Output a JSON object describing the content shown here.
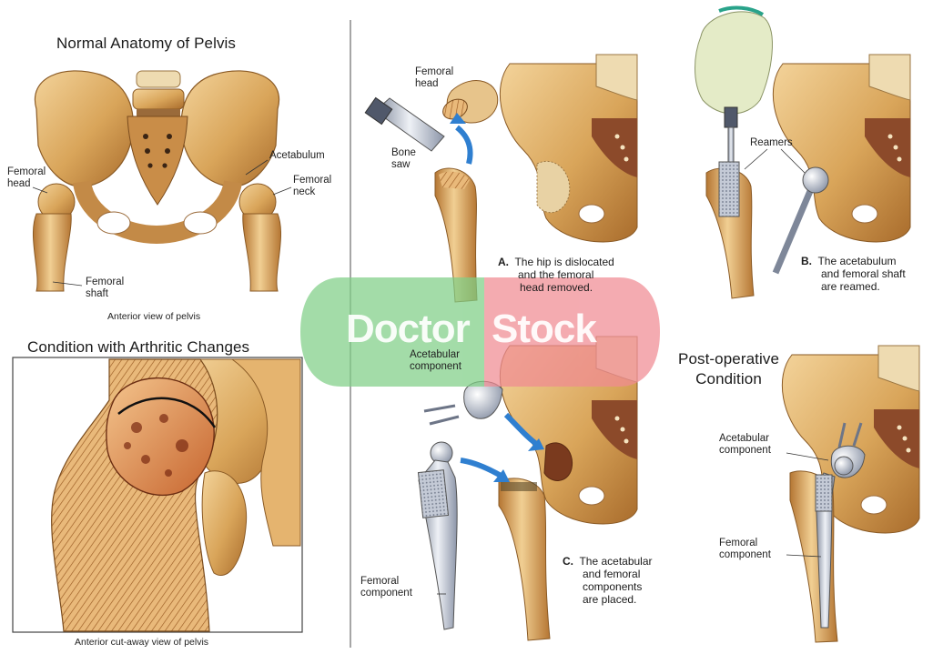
{
  "panels": {
    "normal": {
      "title": "Normal Anatomy of Pelvis",
      "caption": "Anterior view of pelvis",
      "labels": {
        "femoral_head_1": "Femoral",
        "femoral_head_2": "head",
        "acetabulum": "Acetabulum",
        "femoral_neck_1": "Femoral",
        "femoral_neck_2": "neck",
        "femoral_shaft_1": "Femoral",
        "femoral_shaft_2": "shaft"
      }
    },
    "arthritic": {
      "title": "Condition with Arthritic Changes",
      "caption": "Anterior cut-away view of pelvis"
    },
    "step_a": {
      "letter": "A.",
      "line1": "The hip is dislocated",
      "line2": "and the femoral",
      "line3": "head removed.",
      "labels": {
        "femoral_head_1": "Femoral",
        "femoral_head_2": "head",
        "bone_saw_1": "Bone",
        "bone_saw_2": "saw"
      }
    },
    "step_b": {
      "letter": "B.",
      "line1": "The acetabulum",
      "line2": "and femoral shaft",
      "line3": "are reamed.",
      "labels": {
        "reamers": "Reamers"
      }
    },
    "step_c": {
      "letter": "C.",
      "line1": "The acetabular",
      "line2": "and femoral",
      "line3": "components",
      "line4": "are placed.",
      "labels": {
        "acetabular_1": "Acetabular",
        "acetabular_2": "component",
        "femoral_1": "Femoral",
        "femoral_2": "component"
      }
    },
    "postop": {
      "title_1": "Post-operative",
      "title_2": "Condition",
      "labels": {
        "acetabular_1": "Acetabular",
        "acetabular_2": "component",
        "femoral_1": "Femoral",
        "femoral_2": "component"
      }
    }
  },
  "watermark": {
    "word1": "Doctor",
    "word2": "Stock",
    "green": "#7fcf86",
    "red": "#f08b93"
  },
  "colors": {
    "bone": "#d9a55a",
    "bone_dark": "#a86b2a",
    "bone_light": "#f0cf92",
    "metal": "#b9c2d3",
    "arrow": "#2f7fd0",
    "divider": "#555555"
  }
}
